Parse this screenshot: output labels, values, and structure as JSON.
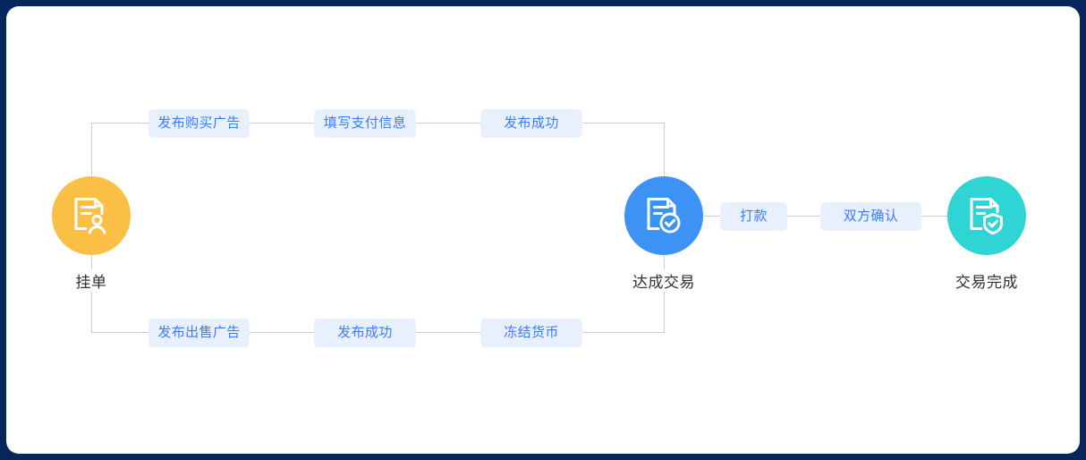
{
  "theme": {
    "page_background": "#06265c",
    "card_background": "#ffffff",
    "line_color": "#c9ccd1",
    "chip_background": "#e9f0fd",
    "chip_text": "#3b7cfc",
    "node_label_text": "#303133",
    "node_color_listing": "#fbbf45",
    "node_color_deal": "#3d92f5",
    "node_color_complete": "#2fd4d4"
  },
  "diagram": {
    "type": "flowchart",
    "nodes": [
      {
        "id": "listing",
        "label": "挂单",
        "icon": "document-person-icon",
        "color": "#fbbf45"
      },
      {
        "id": "deal",
        "label": "达成交易",
        "icon": "document-check-icon",
        "color": "#3d92f5"
      },
      {
        "id": "complete",
        "label": "交易完成",
        "icon": "document-shield-check-icon",
        "color": "#2fd4d4"
      }
    ],
    "paths": {
      "top": {
        "from": "listing",
        "to": "deal",
        "steps": [
          {
            "id": "top-step-1",
            "label": "发布购买广告"
          },
          {
            "id": "top-step-2",
            "label": "填写支付信息"
          },
          {
            "id": "top-step-3",
            "label": "发布成功"
          }
        ]
      },
      "bottom": {
        "from": "listing",
        "to": "deal",
        "steps": [
          {
            "id": "bottom-step-1",
            "label": "发布出售广告"
          },
          {
            "id": "bottom-step-2",
            "label": "发布成功"
          },
          {
            "id": "bottom-step-3",
            "label": "冻结货币"
          }
        ]
      },
      "middle": {
        "from": "deal",
        "to": "complete",
        "steps": [
          {
            "id": "middle-step-1",
            "label": "打款"
          },
          {
            "id": "middle-step-2",
            "label": "双方确认"
          }
        ]
      }
    }
  }
}
